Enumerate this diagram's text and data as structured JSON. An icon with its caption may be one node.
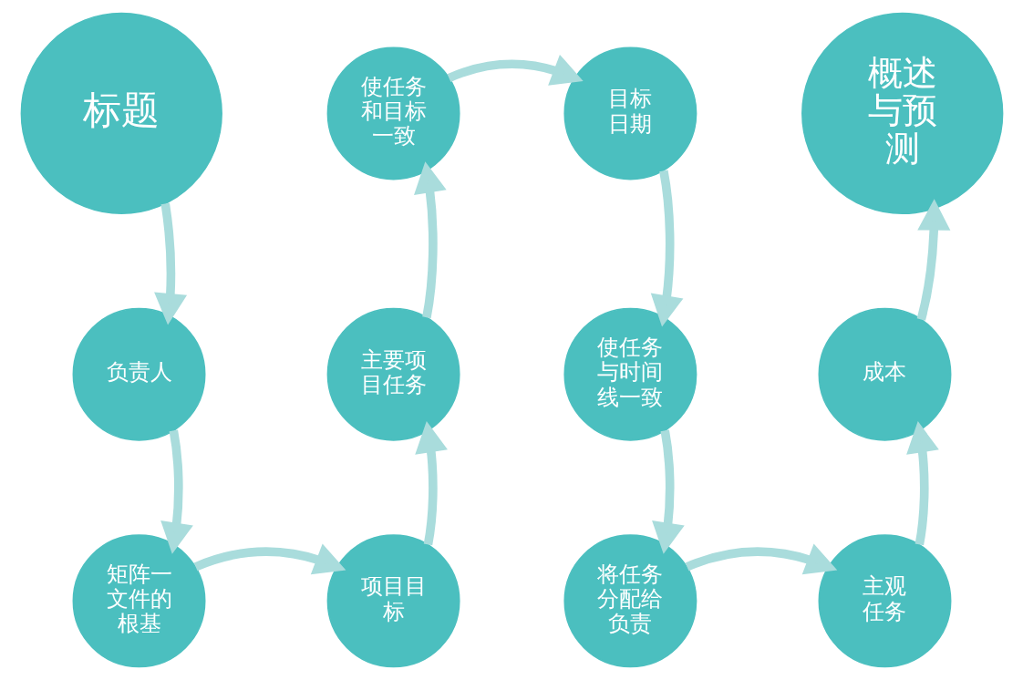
{
  "diagram": {
    "nodes": [
      {
        "text": [
          "标题"
        ]
      },
      {
        "text": [
          "负责人"
        ]
      },
      {
        "text": [
          "矩阵一文件的根基"
        ]
      },
      {
        "text": [
          "项目目标"
        ]
      },
      {
        "text": [
          "主要项目任务"
        ]
      },
      {
        "text": [
          "使任务和目标一致"
        ]
      },
      {
        "text": [
          "目标日期"
        ]
      },
      {
        "text": [
          "使任务与时间线一致"
        ]
      },
      {
        "text": [
          "将任务分配给负责"
        ]
      },
      {
        "text": [
          "主观任务"
        ]
      },
      {
        "text": [
          "成本"
        ]
      },
      {
        "text": [
          "概述与预测"
        ]
      }
    ],
    "edges": [
      {
        "from": 0,
        "to": 1,
        "arrow": "to"
      },
      {
        "from": 1,
        "to": 2,
        "arrow": "to"
      },
      {
        "from": 2,
        "to": 3,
        "arrow": "to"
      },
      {
        "from": 3,
        "to": 4,
        "arrow": "to"
      },
      {
        "from": 4,
        "to": 5,
        "arrow": "to"
      },
      {
        "from": 5,
        "to": 6,
        "arrow": "to"
      },
      {
        "from": 6,
        "to": 7,
        "arrow": "to"
      },
      {
        "from": 7,
        "to": 8,
        "arrow": "to"
      },
      {
        "from": 8,
        "to": 9,
        "arrow": "to"
      },
      {
        "from": 9,
        "to": 10,
        "arrow": "to"
      },
      {
        "from": 10,
        "to": 11,
        "arrow": "to"
      }
    ]
  }
}
